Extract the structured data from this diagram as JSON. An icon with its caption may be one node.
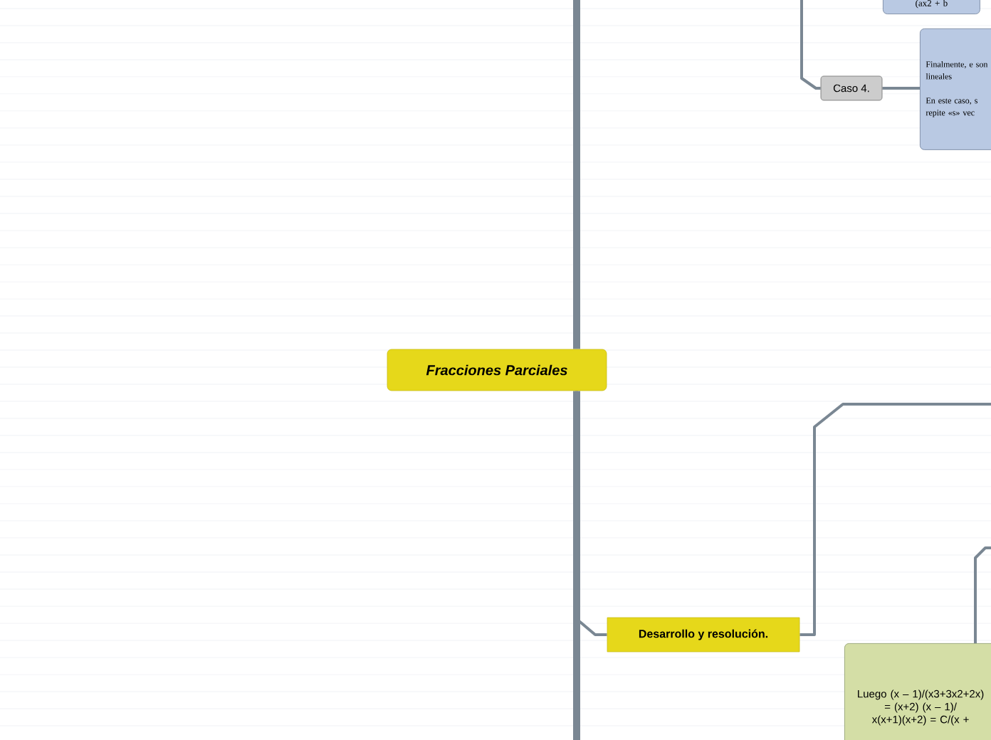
{
  "diagram": {
    "nodes": [
      {
        "text": [
          "Fracciones Parciales"
        ]
      },
      {
        "text": [
          "Desarrollo y resolución."
        ]
      },
      {
        "text": [
          "Caso 4."
        ]
      },
      {
        "text": [
          "Finalmente, e son lineales",
          "En este caso, s repite «s» vec"
        ]
      },
      {
        "text": [
          "(ax2 + b"
        ]
      },
      {
        "text": [
          "Luego (x – 1)/(x3+3x2+2x) = (x+2) (x – 1)/ x(x+1)(x+2) = C/(x +"
        ]
      }
    ],
    "edges": [
      {
        "from": 0,
        "to": null,
        "arrow": "none",
        "style": "thick"
      },
      {
        "from": 0,
        "to": null,
        "arrow": "none",
        "style": "thick"
      },
      {
        "from": 0,
        "to": 1,
        "arrow": "none"
      },
      {
        "from": null,
        "to": 2,
        "arrow": "none"
      },
      {
        "from": 2,
        "to": 3,
        "arrow": "none"
      },
      {
        "from": 1,
        "to": null,
        "arrow": "none"
      },
      {
        "from": null,
        "to": 5,
        "arrow": "none"
      }
    ]
  }
}
